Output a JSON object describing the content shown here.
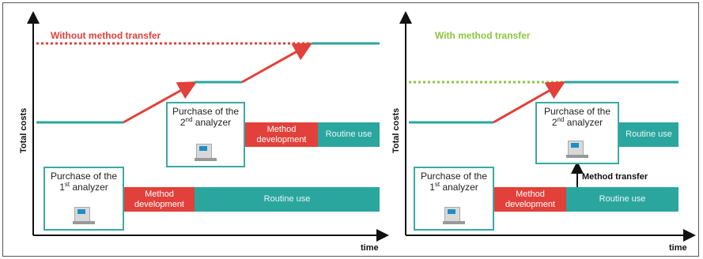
{
  "left_panel": {
    "title": "Without method transfer",
    "y_axis_label": "Total costs",
    "x_axis_label": "time",
    "purchase_first": {
      "line1": "Purchase of the",
      "ordinal": "1",
      "sup": "st",
      "rest": " analyzer"
    },
    "purchase_second": {
      "line1": "Purchase of the",
      "ordinal": "2",
      "sup": "nd",
      "rest": " analyzer"
    },
    "method_dev_1": "Method development",
    "routine_1": "Routine use",
    "method_dev_2": "Method development",
    "routine_2": "Routine use"
  },
  "right_panel": {
    "title": "With method transfer",
    "y_axis_label": "Total costs",
    "x_axis_label": "time",
    "purchase_first": {
      "line1": "Purchase of the",
      "ordinal": "1",
      "sup": "st",
      "rest": " analyzer"
    },
    "purchase_second": {
      "line1": "Purchase of the",
      "ordinal": "2",
      "sup": "nd",
      "rest": " analyzer"
    },
    "method_dev_1": "Method development",
    "routine_1": "Routine use",
    "routine_2": "Routine use",
    "method_transfer_label": "Method transfer"
  },
  "colors": {
    "axis": "#111111",
    "teal": "#2aa69f",
    "red": "#e2403a",
    "dotted_red": "#e2403a",
    "dotted_green": "#8cc63f",
    "title_left": "#e2403a",
    "title_right": "#8cc63f"
  },
  "icons": {
    "analyzer": "analyzer-instrument-icon"
  }
}
